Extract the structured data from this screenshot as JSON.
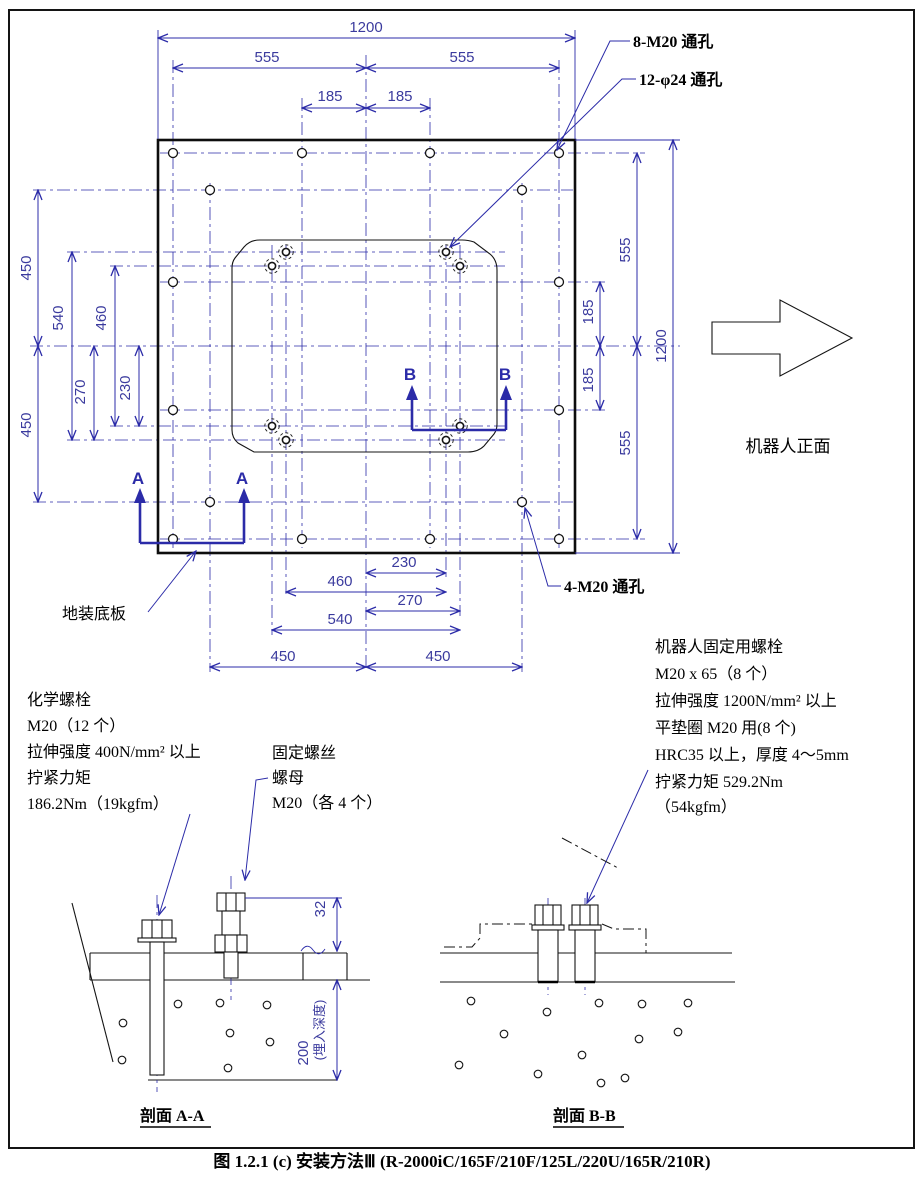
{
  "labels": {
    "holes_top1": "8-M20 通孔",
    "holes_top2": "12-φ24 通孔",
    "holes_bottom": "4-M20 通孔",
    "floor_plate": "地装底板",
    "robot_front": "机器人正面",
    "marker_a": "A",
    "marker_b": "B",
    "section_a": "剖面 A-A",
    "section_b": "剖面 B-B",
    "caption": "图 1.2.1 (c)  安装方法Ⅲ  (R-2000iC/165F/210F/125L/220U/165R/210R)"
  },
  "dims": {
    "top": [
      "1200",
      "555",
      "555",
      "185",
      "185"
    ],
    "left": [
      "450",
      "540",
      "460",
      "270",
      "230",
      "450"
    ],
    "right": [
      "555",
      "185",
      "185",
      "555",
      "1200"
    ],
    "bottom": [
      "230",
      "460",
      "270",
      "540",
      "450",
      "450"
    ],
    "section_a": [
      "32",
      "200",
      "(埋入深度)"
    ]
  },
  "notes": {
    "chemical_bolt": [
      "化学螺栓",
      "M20（12 个）",
      "拉伸强度 400N/mm² 以上",
      "拧紧力矩",
      "186.2Nm（19kgfm）"
    ],
    "fixing_screw": [
      "固定螺丝",
      "螺母",
      "M20（各 4 个）"
    ],
    "robot_bolt": [
      "机器人固定用螺栓",
      "M20 x 65（8 个）",
      "拉伸强度 1200N/mm² 以上",
      "平垫圈 M20 用(8 个)",
      "HRC35 以上，厚度 4～5mm",
      "拧紧力矩  529.2Nm",
      "（54kgfm）"
    ]
  },
  "colors": {
    "dim_blue": "#2b2ba8",
    "text_blue": "#3b3b9e",
    "line_black": "#141414"
  }
}
